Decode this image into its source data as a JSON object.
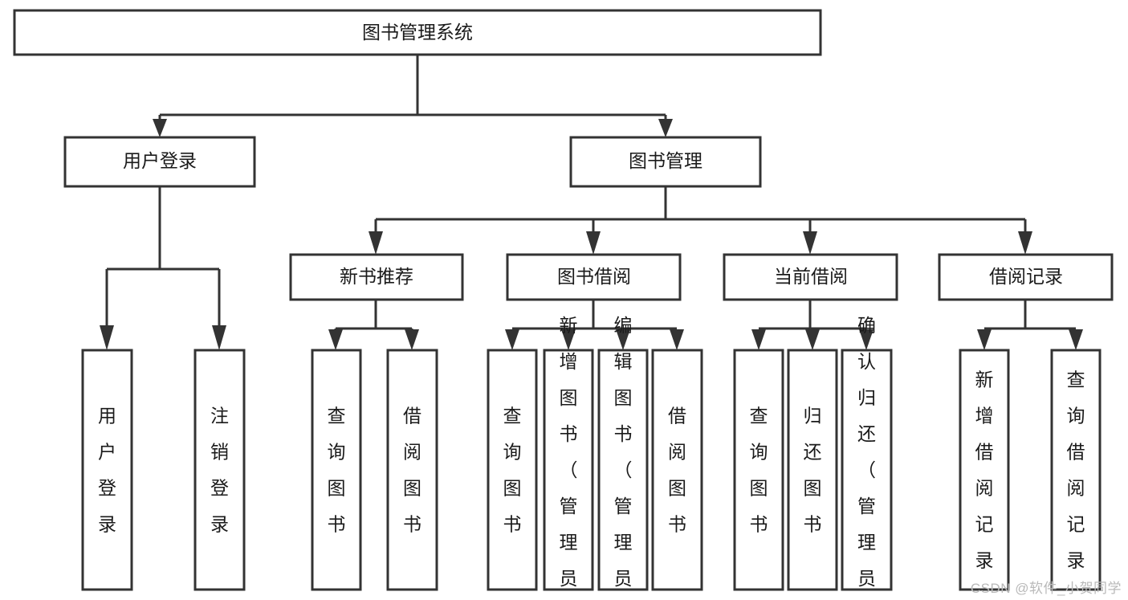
{
  "diagram": {
    "type": "tree",
    "title": "图书管理系统",
    "root": {
      "id": "root",
      "label": "图书管理系统"
    },
    "level2": [
      {
        "id": "user-login",
        "label": "用户登录"
      },
      {
        "id": "book-manage",
        "label": "图书管理"
      }
    ],
    "level3": [
      {
        "id": "new-book-rec",
        "label": "新书推荐"
      },
      {
        "id": "book-borrow",
        "label": "图书借阅"
      },
      {
        "id": "current-borrow",
        "label": "当前借阅"
      },
      {
        "id": "borrow-record",
        "label": "借阅记录"
      }
    ],
    "leaves": [
      {
        "id": "leaf-1",
        "label": "用户登录",
        "parent": "user-login"
      },
      {
        "id": "leaf-2",
        "label": "注销登录",
        "parent": "user-login"
      },
      {
        "id": "leaf-3",
        "label": "查询图书",
        "parent": "new-book-rec"
      },
      {
        "id": "leaf-4",
        "label": "借阅图书",
        "parent": "new-book-rec"
      },
      {
        "id": "leaf-5",
        "label": "查询图书",
        "parent": "book-borrow"
      },
      {
        "id": "leaf-6",
        "label": "新增图书（管理员）",
        "parent": "book-borrow"
      },
      {
        "id": "leaf-7",
        "label": "编辑图书（管理员）",
        "parent": "book-borrow"
      },
      {
        "id": "leaf-8",
        "label": "借阅图书",
        "parent": "book-borrow"
      },
      {
        "id": "leaf-9",
        "label": "查询图书",
        "parent": "current-borrow"
      },
      {
        "id": "leaf-10",
        "label": "归还图书",
        "parent": "current-borrow"
      },
      {
        "id": "leaf-11",
        "label": "确认归还（管理员）",
        "parent": "current-borrow"
      },
      {
        "id": "leaf-12",
        "label": "新增借阅记录",
        "parent": "borrow-record"
      },
      {
        "id": "leaf-13",
        "label": "查询借阅记录",
        "parent": "borrow-record"
      }
    ],
    "colors": {
      "box_fill": "#ffffff",
      "box_stroke": "#333333",
      "text": "#1a1a1a",
      "watermark": "#b9b9b9"
    }
  },
  "watermark": {
    "text": "CSDN @软件_小贺同学"
  }
}
